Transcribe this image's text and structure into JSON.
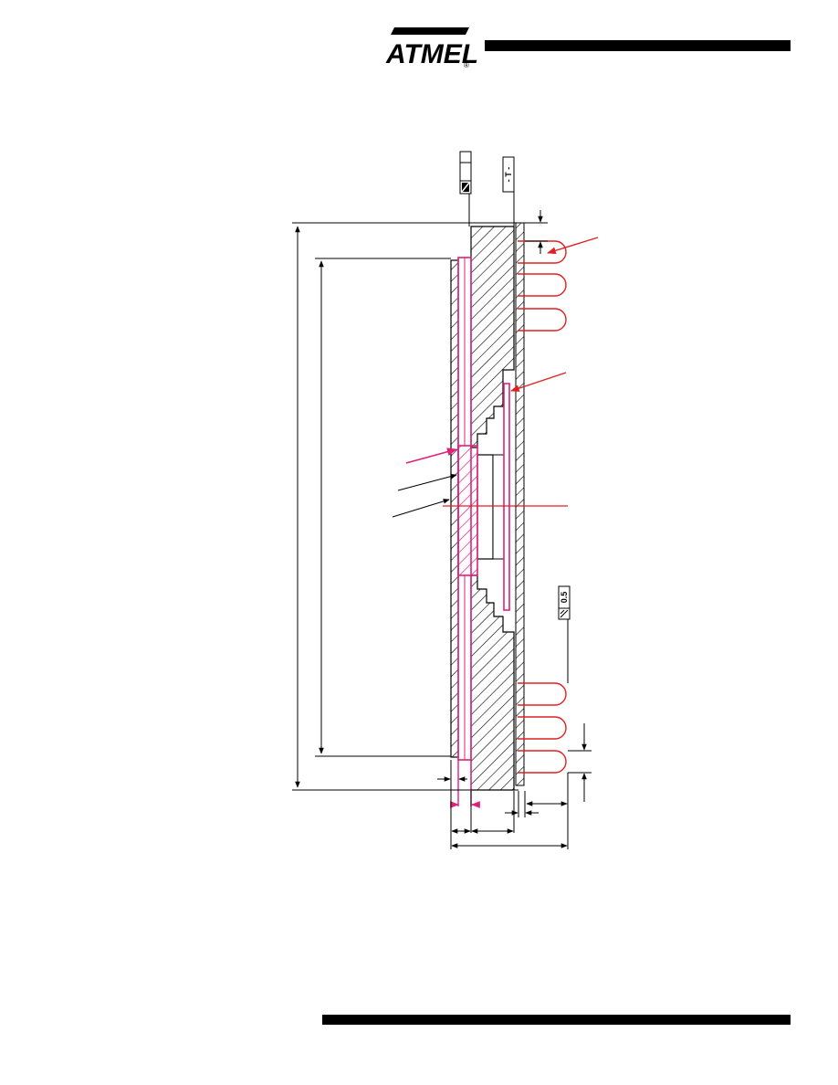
{
  "header": {
    "logo_text": "ATMEL",
    "registered_mark": "®"
  },
  "drawing": {
    "datum_left_label": "",
    "datum_t_label": "- T -",
    "flatness_tolerance": "0.5",
    "colors": {
      "section_outline": "#000000",
      "highlight_magenta": "#e0207a",
      "callout_red": "#e02020",
      "header_bar": "#000000"
    }
  }
}
